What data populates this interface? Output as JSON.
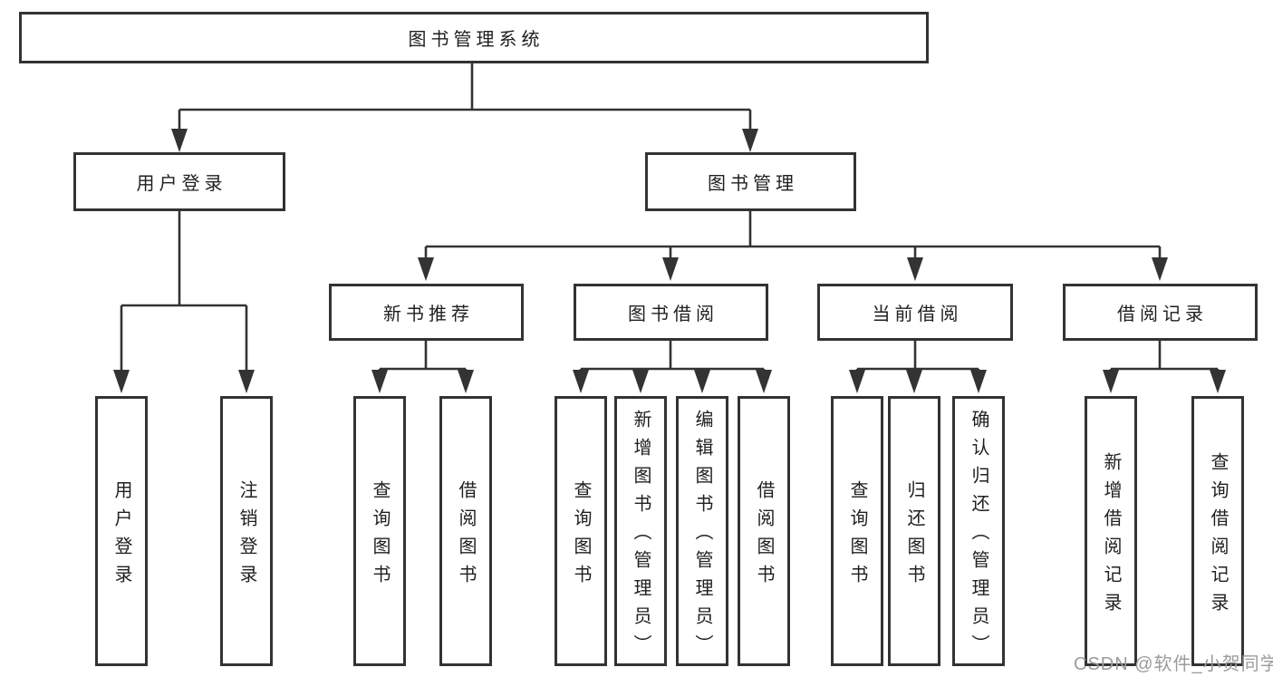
{
  "colors": {
    "line": "#333333",
    "box_border": "#333333",
    "box_fill": "#ffffff",
    "text": "#1f1f1f",
    "watermark_text": "#9b9b9b"
  },
  "tree": {
    "root": {
      "label": "图书管理系统"
    },
    "level2": [
      {
        "label": "用户登录"
      },
      {
        "label": "图书管理"
      }
    ],
    "level3": [
      {
        "label": "新书推荐"
      },
      {
        "label": "图书借阅"
      },
      {
        "label": "当前借阅"
      },
      {
        "label": "借阅记录"
      }
    ],
    "leaves": {
      "user_login": [
        "用户登录",
        "注销登录"
      ],
      "new_book_recommend": [
        "查询图书",
        "借阅图书"
      ],
      "book_borrow": [
        "查询图书",
        "新增图书（管理员）",
        "编辑图书（管理员）",
        "借阅图书"
      ],
      "current_borrow": [
        "查询图书",
        "归还图书",
        "确认归还（管理员）"
      ],
      "borrow_record": [
        "新增借阅记录",
        "查询借阅记录"
      ]
    }
  },
  "watermark": "CSDN @软件_小贺同学"
}
